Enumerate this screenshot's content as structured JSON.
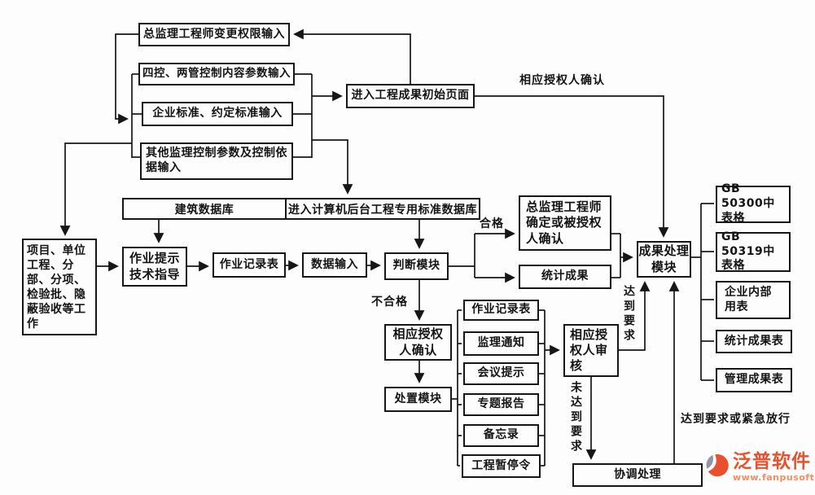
{
  "nodes": {
    "change_auth": "总监理工程师变更权限输入",
    "four_controls": "四控、两管控制内容参数输入",
    "enterprise_std": "企业标准、约定标准输入",
    "other_params": "其他监理控制参数及控制依据输入",
    "initial_page": "进入工程成果初始页面",
    "building_db": "建筑数据库",
    "backend_db": "进入计算机后台工程专用标准数据库",
    "project_work": "项目、单位工程、分部、分项、检验批、隐蔽验收等工作",
    "guidance": "作业提示技术指导",
    "work_record": "作业记录表",
    "data_input": "数据输入",
    "judge_module": "判断模块",
    "chief_confirm": "总监理工程师确定或被授权人确认",
    "stats_result": "统计成果",
    "result_module": "成果处理模块",
    "gb50300": "GB 50300中表格",
    "gb50319": "GB 50319中表格",
    "internal_form": "企业内部用表",
    "stats_table": "统计成果表",
    "mgmt_table": "管理成果表",
    "auth_confirm": "相应授权人确认",
    "dispose_module": "处置模块",
    "doc_work_record": "作业记录表",
    "supervision_notice": "监理通知",
    "meeting_notice": "会议提示",
    "special_report": "专题报告",
    "memo": "备忘录",
    "stop_order": "工程暂停令",
    "auth_review": "相应授权人审核",
    "coordination": "协调处理"
  },
  "edge_labels": {
    "authorizer_confirm": "相应授权人确认",
    "pass": "合格",
    "fail": "不合格",
    "meet_requirement": "达到要求",
    "not_meet_requirement": "未达到要求",
    "meet_or_emergency": "达到要求或紧急放行"
  },
  "logo": {
    "name": "泛普软件",
    "url": "www.fanpusoft.com",
    "brand_color": "#e8502e",
    "url_color": "#ef8f63",
    "icon_gray": "#8f97a3"
  }
}
